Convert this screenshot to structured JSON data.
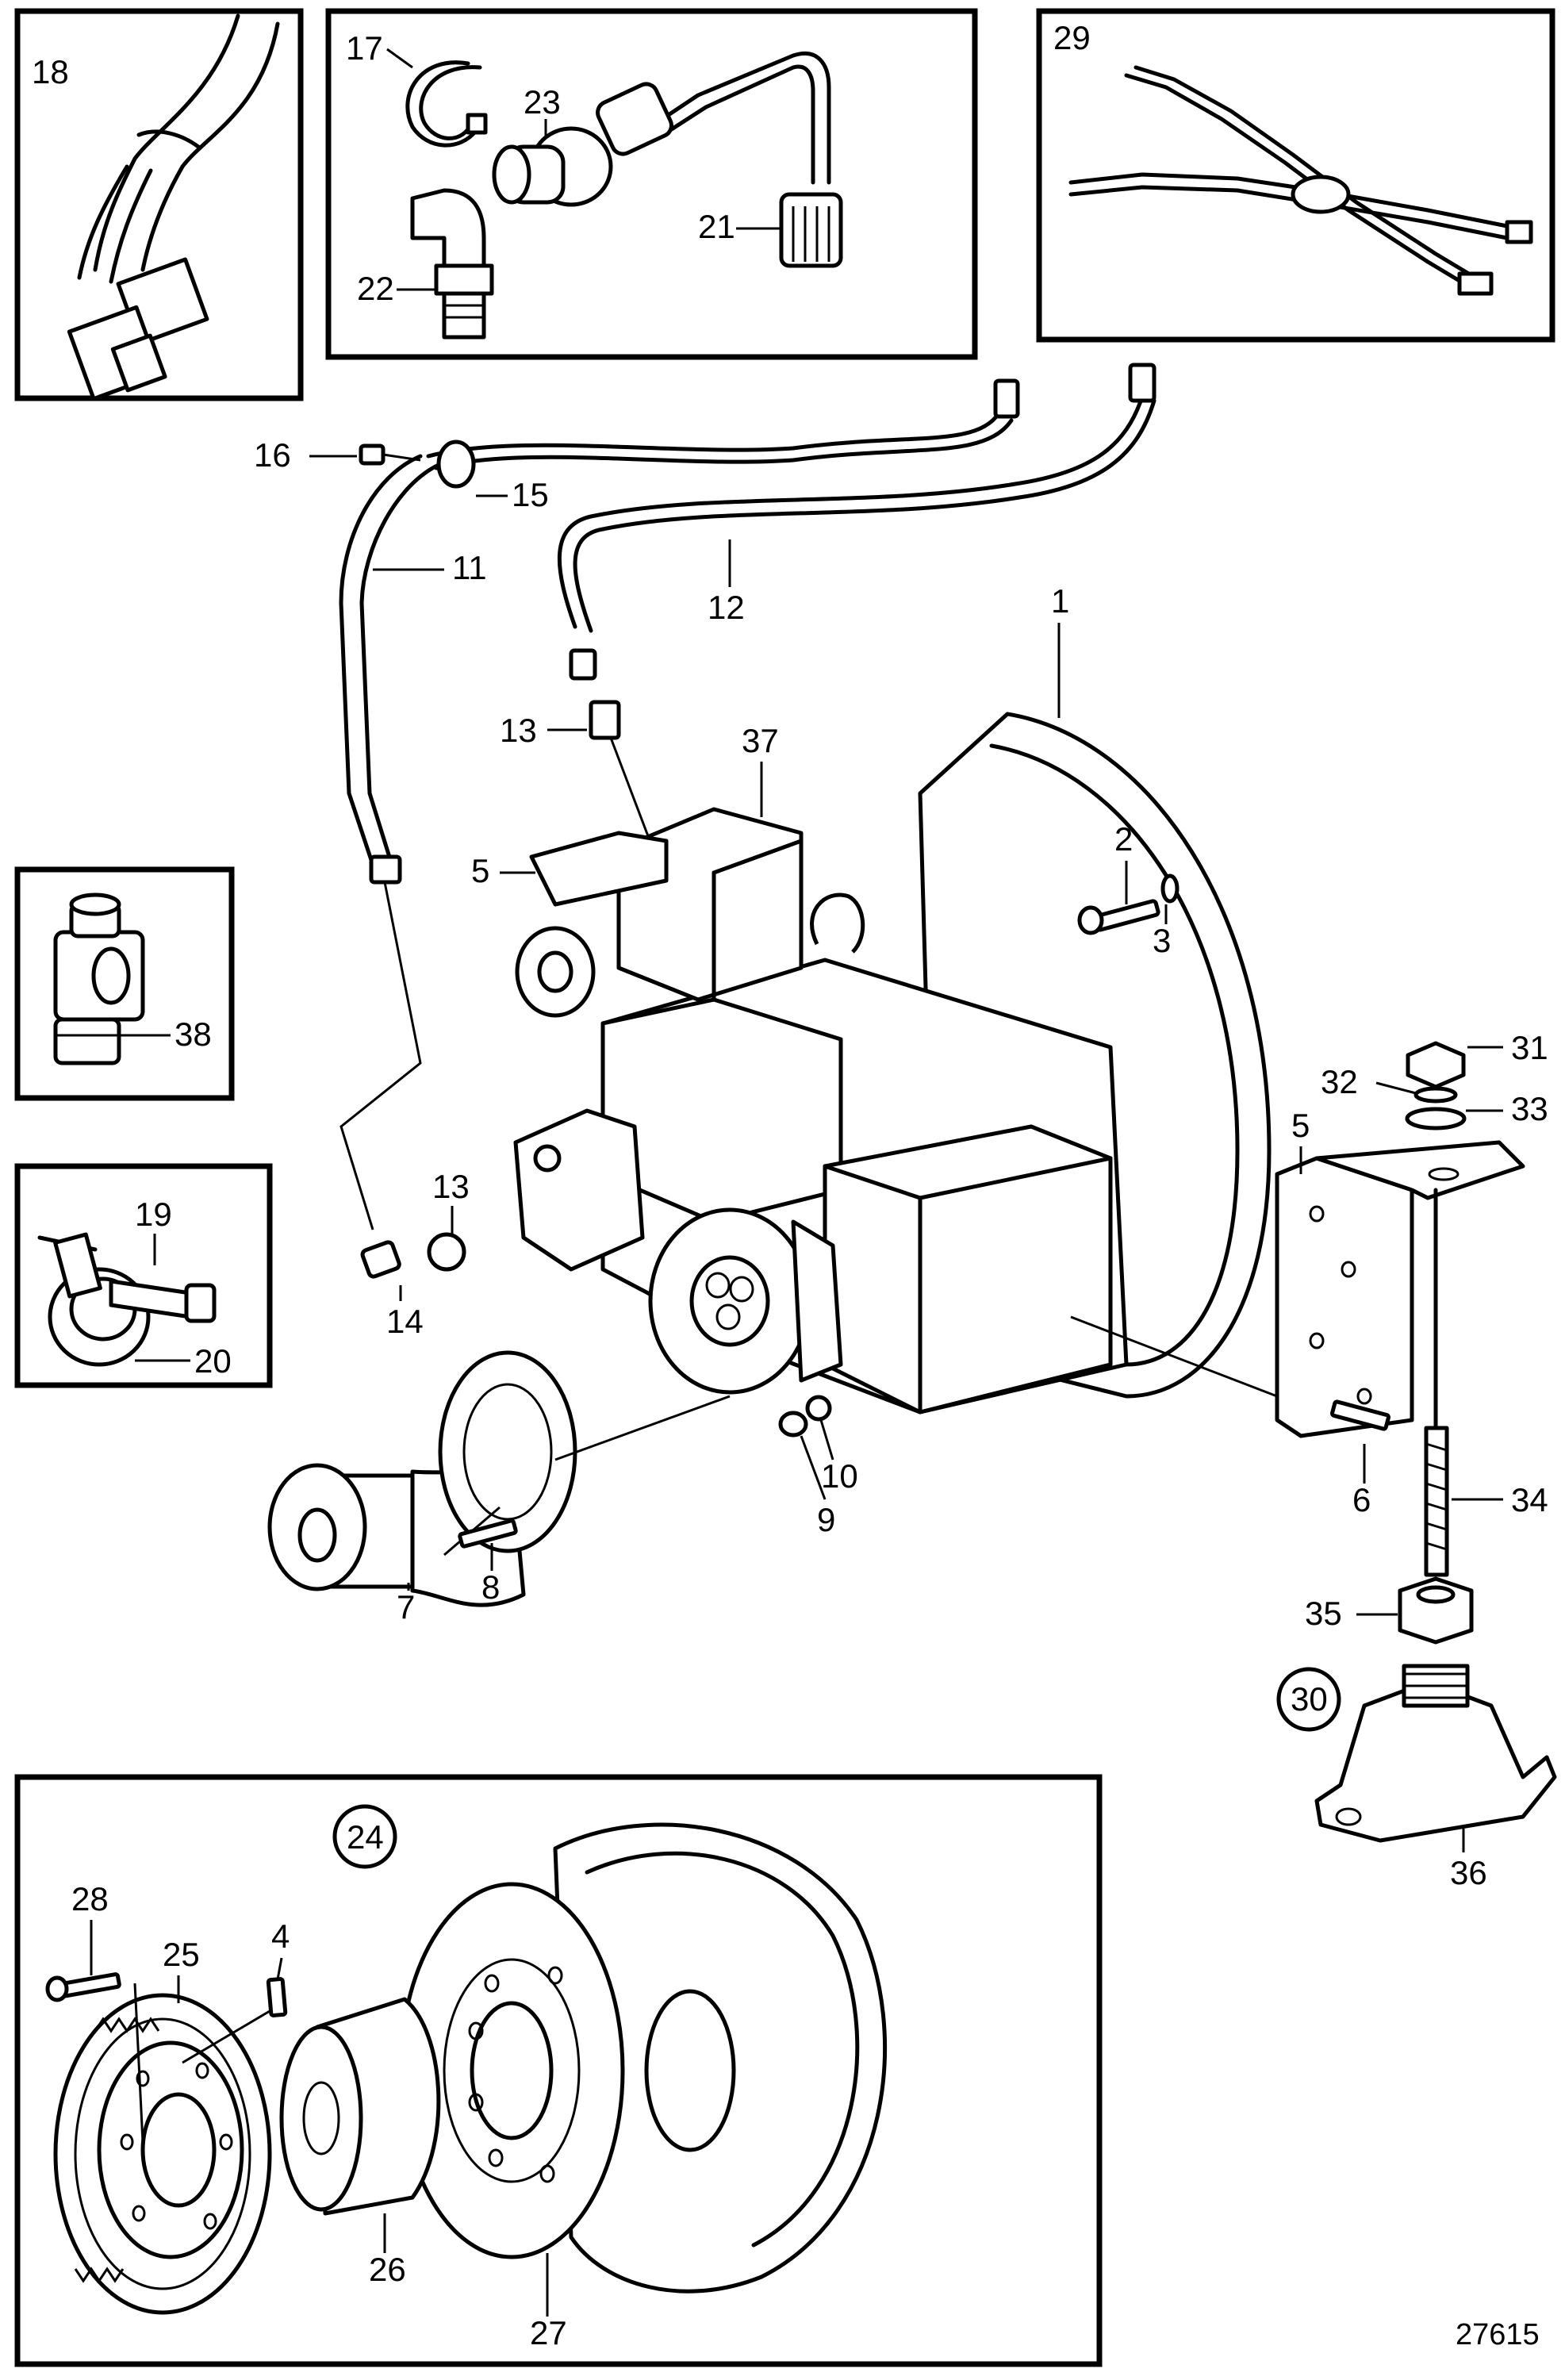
{
  "figure_id": "27615",
  "callouts": {
    "c1": "1",
    "c2": "2",
    "c3": "3",
    "c4": "4",
    "c5a": "5",
    "c5b": "5",
    "c6": "6",
    "c7": "7",
    "c8": "8",
    "c9": "9",
    "c10": "10",
    "c11": "11",
    "c12": "12",
    "c13a": "13",
    "c13b": "13",
    "c14": "14",
    "c15": "15",
    "c16": "16",
    "c17": "17",
    "c18": "18",
    "c19": "19",
    "c20": "20",
    "c21": "21",
    "c22": "22",
    "c23": "23",
    "c24": "24",
    "c25": "25",
    "c26": "26",
    "c27": "27",
    "c28": "28",
    "c29": "29",
    "c30": "30",
    "c31": "31",
    "c32": "32",
    "c33": "33",
    "c34": "34",
    "c35": "35",
    "c36": "36",
    "c37": "37",
    "c38": "38"
  }
}
